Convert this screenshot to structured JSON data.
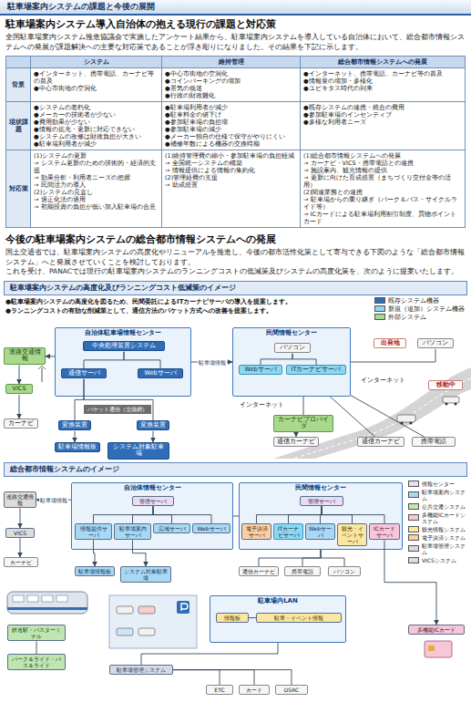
{
  "diagram": {
    "title": "駐車場案内システムの課題と今後の展開",
    "nodes": [
      {
        "text": [
          "自治体駐車場情報センター"
        ]
      },
      {
        "text": [
          "中央処理装置システム"
        ],
        "in": 0
      },
      {
        "text": [
          "通信サーバ"
        ],
        "in": 0
      },
      {
        "text": [
          "Webサーバ"
        ],
        "in": 0
      },
      {
        "text": [
          "民間情報センター"
        ]
      },
      {
        "text": [
          "Webサーバ"
        ],
        "in": 4
      },
      {
        "text": [
          "ITカーナビサーバ"
        ],
        "in": 4
      },
      {
        "text": [
          "パソコン"
        ],
        "in": 4
      },
      {
        "text": [
          "道路交通情報"
        ]
      },
      {
        "text": [
          "VICS"
        ]
      },
      {
        "text": [
          "カーナビ"
        ]
      },
      {
        "text": [
          "変換装置"
        ]
      },
      {
        "text": [
          "変換装置"
        ]
      },
      {
        "text": [
          "駐車場情報板"
        ]
      },
      {
        "text": [
          "システム対象駐車場"
        ]
      },
      {
        "text": [
          "カーナビプロバイダ"
        ]
      },
      {
        "text": [
          "通信カーナビ"
        ]
      },
      {
        "text": [
          "出発地"
        ]
      },
      {
        "text": [
          "パソコン"
        ]
      },
      {
        "text": [
          "移動中"
        ]
      },
      {
        "text": [
          "通信カーナビ"
        ]
      },
      {
        "text": [
          "携帯電話"
        ]
      },
      {
        "text": [
          "自治体情報センター"
        ]
      },
      {
        "text": [
          "管理サーバ"
        ],
        "in": 22
      },
      {
        "text": [
          "情報提供サーバ"
        ],
        "in": 22
      },
      {
        "text": [
          "駐車場案内サーバ"
        ],
        "in": 22
      },
      {
        "text": [
          "広域サーバ"
        ],
        "in": 22
      },
      {
        "text": [
          "Webサーバ"
        ],
        "in": 22
      },
      {
        "text": [
          "民間情報センター"
        ]
      },
      {
        "text": [
          "管理サーバ"
        ],
        "in": 28
      },
      {
        "text": [
          "電子決済サーバ"
        ],
        "in": 28
      },
      {
        "text": [
          "ITカーナビサーバ"
        ],
        "in": 28
      },
      {
        "text": [
          "Webサーバ"
        ],
        "in": 28
      },
      {
        "text": [
          "観光・イベントサーバ"
        ],
        "in": 28
      },
      {
        "text": [
          "ICカードサーバ"
        ],
        "in": 28
      },
      {
        "text": [
          "道路交通情報"
        ]
      },
      {
        "text": [
          "VICS"
        ]
      },
      {
        "text": [
          "カーナビ"
        ]
      },
      {
        "text": [
          "駐車場情報板"
        ]
      },
      {
        "text": [
          "システム対象駐車場"
        ]
      },
      {
        "text": [
          "通信カーナビ"
        ]
      },
      {
        "text": [
          "携帯電話"
        ]
      },
      {
        "text": [
          "パソコン"
        ]
      },
      {
        "text": [
          "駐車場内LAN"
        ]
      },
      {
        "text": [
          "情報板"
        ],
        "in": 43
      },
      {
        "text": [
          "駐車・イベント情報"
        ],
        "in": 43
      },
      {
        "text": [
          "多機能ICカード"
        ]
      },
      {
        "text": [
          "鉄道駅・バスターミナル"
        ]
      },
      {
        "text": [
          "パーク＆ライド・バス＆ライド"
        ]
      },
      {
        "text": [
          "駐車場管理システム"
        ]
      },
      {
        "text": [
          "ETC"
        ]
      },
      {
        "text": [
          "カード"
        ]
      },
      {
        "text": [
          "DSRC"
        ]
      }
    ],
    "edges": [
      {
        "from": 1,
        "to": 2,
        "arrow": "none"
      },
      {
        "from": 1,
        "to": 3,
        "arrow": "none"
      },
      {
        "from": 0,
        "to": 4,
        "label": "駐車場情報",
        "arrow": "to"
      },
      {
        "from": 0,
        "to": 8,
        "arrow": "to"
      },
      {
        "from": 8,
        "to": 9,
        "arrow": "to"
      },
      {
        "from": 9,
        "to": 10,
        "arrow": "to"
      },
      {
        "from": 2,
        "to": 11,
        "arrow": "none"
      },
      {
        "from": 2,
        "to": 12,
        "arrow": "none"
      },
      {
        "from": 11,
        "to": 13,
        "arrow": "to"
      },
      {
        "from": 12,
        "to": 14,
        "arrow": "to"
      },
      {
        "from": 7,
        "to": 5,
        "arrow": "none"
      },
      {
        "from": 7,
        "to": 6,
        "arrow": "none"
      },
      {
        "from": 4,
        "to": 15,
        "arrow": "none"
      },
      {
        "from": 15,
        "to": 16,
        "arrow": "to"
      },
      {
        "from": 4,
        "to": 18,
        "arrow": "none"
      },
      {
        "from": 4,
        "to": 20,
        "arrow": "none"
      },
      {
        "from": 4,
        "to": 21,
        "arrow": "none"
      },
      {
        "from": 22,
        "to": 35,
        "label": "駐車場情報",
        "arrow": "to"
      },
      {
        "from": 35,
        "to": 36,
        "arrow": "to"
      },
      {
        "from": 36,
        "to": 37,
        "arrow": "to"
      },
      {
        "from": 22,
        "to": 28,
        "arrow": "none"
      },
      {
        "from": 23,
        "to": 24,
        "arrow": "none"
      },
      {
        "from": 23,
        "to": 25,
        "arrow": "none"
      },
      {
        "from": 23,
        "to": 26,
        "arrow": "none"
      },
      {
        "from": 23,
        "to": 27,
        "arrow": "none"
      },
      {
        "from": 29,
        "to": 30,
        "arrow": "none"
      },
      {
        "from": 29,
        "to": 31,
        "arrow": "none"
      },
      {
        "from": 29,
        "to": 32,
        "arrow": "none"
      },
      {
        "from": 29,
        "to": 33,
        "arrow": "none"
      },
      {
        "from": 29,
        "to": 34,
        "arrow": "none"
      },
      {
        "from": 24,
        "to": 38,
        "arrow": "to"
      },
      {
        "from": 25,
        "to": 39,
        "arrow": "to"
      },
      {
        "from": 28,
        "to": 40,
        "arrow": "none"
      },
      {
        "from": 28,
        "to": 41,
        "arrow": "none"
      },
      {
        "from": 28,
        "to": 42,
        "arrow": "none"
      },
      {
        "from": 34,
        "to": 46,
        "arrow": "to"
      },
      {
        "from": 44,
        "to": 45,
        "arrow": "none"
      },
      {
        "from": 43,
        "to": 49,
        "arrow": "none"
      },
      {
        "from": 49,
        "to": 50,
        "arrow": "none"
      },
      {
        "from": 49,
        "to": 51,
        "arrow": "none"
      },
      {
        "from": 49,
        "to": 52,
        "arrow": "none"
      },
      {
        "from": 47,
        "to": 48,
        "arrow": "none"
      }
    ],
    "labels": [
      "駐車場案内システム導入自治体の抱える現行の課題と対応策",
      "全国駐車場案内システム推進協議会で実施したアンケート結果から、駐車場案内システムを導入している自治体において、総合都市情報システムへの発展が課題解決への主要な対応策であることが浮き彫りになりました。その結果を下記に示します。",
      "システム",
      "維持管理",
      "総合都市情報システムへの発展",
      "背景",
      "●インターネット、携帯電話、カーナビ等の普及",
      "●中心市街地の空洞化",
      "●中心市街地の空洞化",
      "●コインパーキングの増加",
      "●景気の低迷",
      "●行政の財政難化",
      "●インターネット、携帯電話、カーナビ等の普及",
      "●情報量の増加・多様化",
      "●ユビキタス時代の到来",
      "現状課題",
      "●システムの老朽化",
      "●メーカーの技術者が少ない",
      "●費用効果が少ない",
      "●情報の拡充・更新に対応できない",
      "●システムの改修は財政負担が大きい",
      "●駐車場利用者が減少",
      "●駐車場利用者が減少",
      "●駐車料金の値下げ",
      "●参加駐車場の負担増",
      "●参加駐車場の減少",
      "●メーカー独自の仕様で保守がやりにくい",
      "●補修年数による機器の交換時期",
      "●既存システムの連携・統合の費用",
      "●参加駐車場のインセンティブ",
      "●多様な利用者ニーズ",
      "対応策",
      "(1)システムの更新",
      "→ システム更新のための技術的・経済的支援",
      "→ 効果分析・利用者ニーズの把握",
      "→ 民間活力の導入",
      "(2)システムの見直し",
      "→ 適正化法の適用",
      "→ 初期投資の負担が低い加入駐車場の合意",
      "(1)維持管理費の縮小・参加駐車場の負担軽減",
      "→ 全国統一システムの構築",
      "→ 情報提供による情報の集約化",
      "(2)管理経費の支援",
      "→ 助成措置",
      "(1)総合都市情報システムへの発展",
      "→ カーナビ・VICS・携帯電話との連携",
      "→ 施設案内、観光情報の提供",
      "→ 更新に向けた育成措置（まちづくり交付金等の活用）",
      "(2)関連業務との連携",
      "→ 駐車場からの乗り継ぎ（パーク＆バス・サイクルライド等）",
      "→ ICカードによる駐車場利用割引制度、買物ポイントカード",
      "今後の駐車場案内システムの総合都市情報システムへの発展",
      "国土交通省では、駐車場案内システムの高度化やリニューアルを推進し、今後の都市活性化策として寄与できる下図のような「総合都市情報システム」へと発展させていくことを検討しております。",
      "これを受け、PANACでは現行の駐車場案内システムのランニングコストの低減策及びシステムの高度化策を、次のように提案いたします。",
      "駐車場案内システムの高度化及びランニングコスト低減策のイメージ",
      "●駐車場案内システムの高度化を図るため、民間委託によるITカーナビサーバの導入を提案します。",
      "●ランニングコストの有効な削減策として、通信方法のパケット方式への改善を提案します。",
      "パケット通信（交換網）",
      "インターネット",
      "インターネット",
      "総合都市情報システムのイメージ"
    ],
    "legend": [
      {
        "text": "既存システム機器",
        "color": "#2f6db8"
      },
      {
        "text": "新規（追加）システム機器",
        "color": "#8fd6f0"
      },
      {
        "text": "外部システム",
        "color": "#a8d98c"
      },
      {
        "text": "情報センター",
        "color": "#e9dcf3"
      },
      {
        "text": "駐車場案内システム",
        "color": "#a9d8f5"
      },
      {
        "text": "公共交通システム",
        "color": "#bfe6b2"
      },
      {
        "text": "多機能ICカードシステム",
        "color": "#f7c6d9"
      },
      {
        "text": "観光情報システム",
        "color": "#fbe7a1"
      },
      {
        "text": "電子決済システム",
        "color": "#f8cfa6"
      },
      {
        "text": "駐車場管理システム",
        "color": "#d3dbe9"
      },
      {
        "text": "VICSシステム",
        "color": "#dcdcdc"
      }
    ]
  }
}
